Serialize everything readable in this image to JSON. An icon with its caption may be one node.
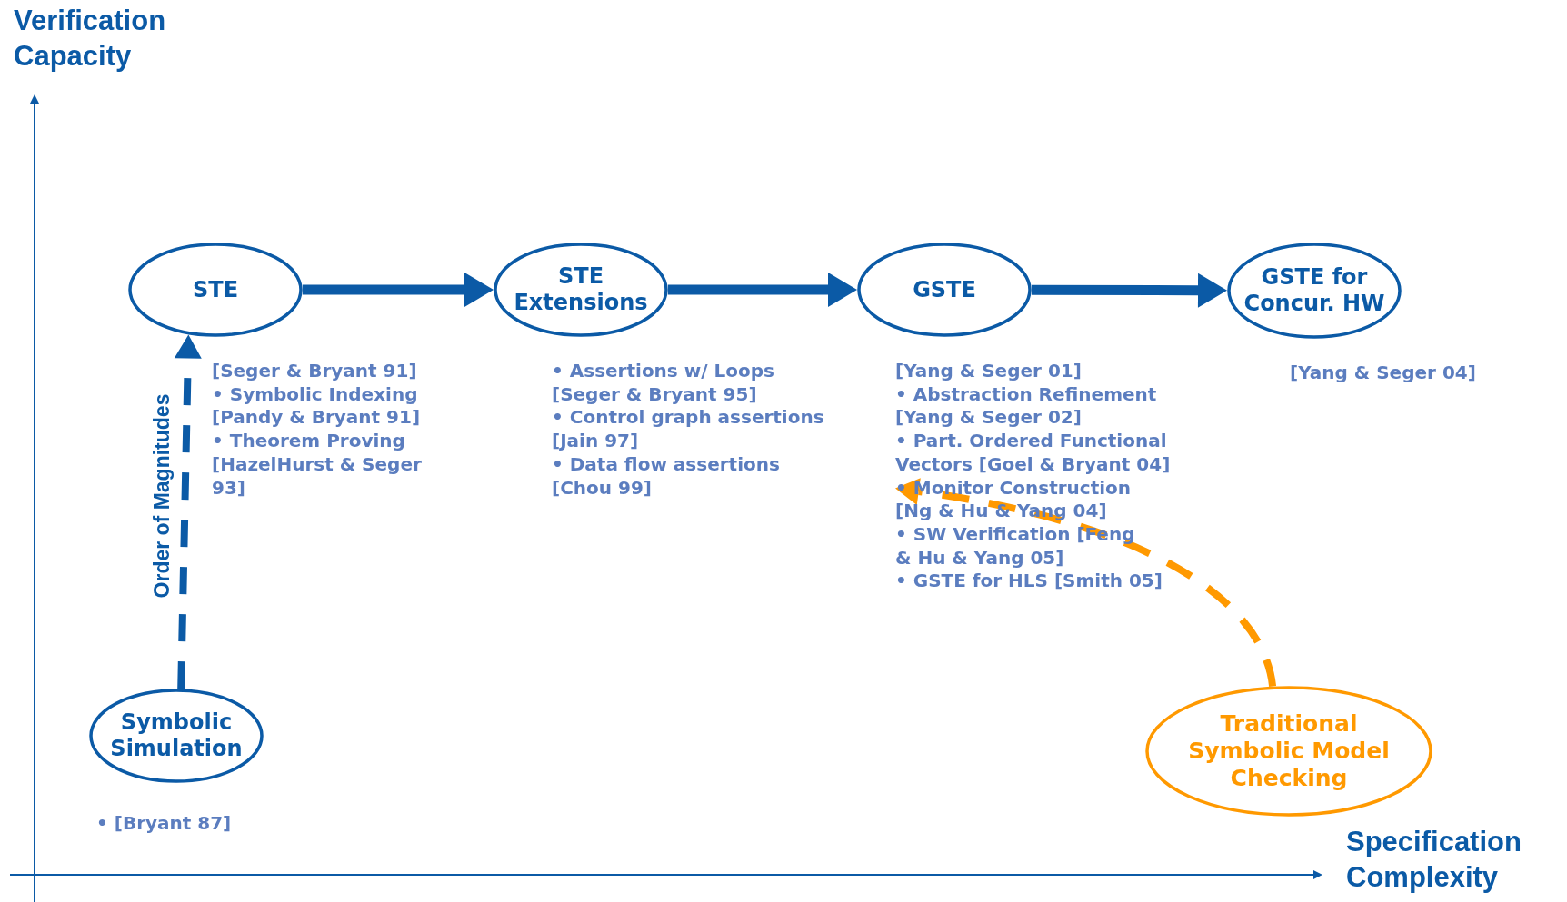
{
  "diagram": {
    "nodes": [
      {
        "text": [
          "STE"
        ],
        "beside": [
          "[Seger & Bryant 91]",
          "• Symbolic Indexing [Pandy & Bryant 91]",
          "• Theorem Proving [HazelHurst & Seger 93]"
        ]
      },
      {
        "text": [
          "STE Extensions"
        ],
        "beside": [
          "• Assertions w/ Loops [Seger & Bryant 95]",
          "• Control graph assertions [Jain 97]",
          "• Data flow assertions [Chou 99]"
        ]
      },
      {
        "text": [
          "GSTE"
        ],
        "beside": [
          "[Yang & Seger 01]",
          "• Abstraction Refinement [Yang & Seger 02]",
          "• Part. Ordered Functional Vectors [Goel & Bryant 04]",
          "• SW Verification [Feng & Hu & Yang 05]",
          "• GSTE for HLS [Smith 05]"
        ]
      },
      {
        "text": [
          "GSTE for Concur. HW"
        ],
        "beside": [
          "[Yang & Seger 04]"
        ]
      },
      {
        "text": [
          "Symbolic Simulation"
        ],
        "beside": [
          "• [Bryant 87]"
        ]
      },
      {
        "text": [
          "Traditional Symbolic Model Checking"
        ]
      },
      {
        "text": [
          "• Monitor Construction [Ng & Hu & Yang 04]"
        ]
      }
    ],
    "edges": [
      {
        "from": 0,
        "to": 1,
        "arrow": "to"
      },
      {
        "from": 1,
        "to": 2,
        "arrow": "to"
      },
      {
        "from": 2,
        "to": 3,
        "arrow": "to"
      },
      {
        "from": 4,
        "to": 0,
        "arrow": "to",
        "label": "Order of Magnitudes",
        "style": "dashed"
      },
      {
        "from": 5,
        "to": 6,
        "arrow": "to",
        "style": "dashed",
        "color": "#ff9900"
      }
    ],
    "labels": [
      "Verification Capacity",
      "Specification Complexity"
    ]
  }
}
